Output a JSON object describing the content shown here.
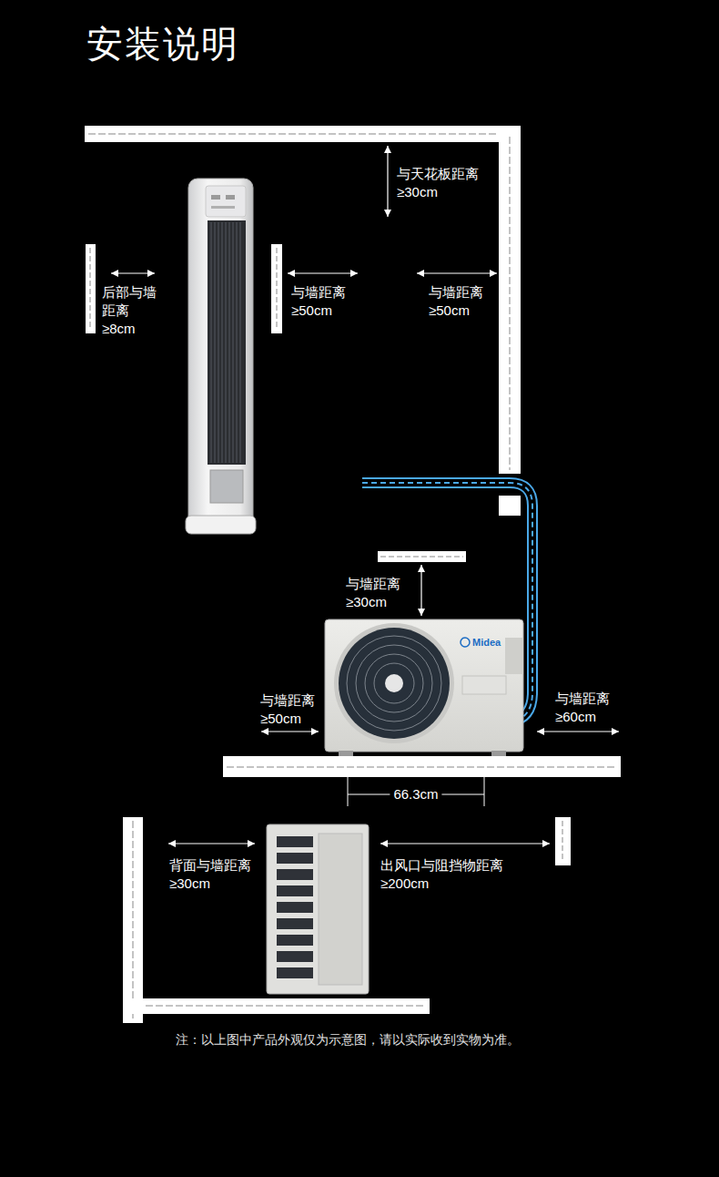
{
  "diagram": {
    "title": "安装说明",
    "caption": "注：以上图中产品外观仅为示意图，请以实际收到实物为准。",
    "labels": [
      "与天花板距离 ≥30cm",
      "后部与墙 距离≥8cm",
      "与墙距离 ≥50cm",
      "与墙距离 ≥50cm",
      "与墙距离 ≥30cm",
      "Midea",
      "与墙距离 ≥50cm",
      "与墙距离 ≥60cm",
      "66.3cm",
      "背面与墙距离 ≥30cm",
      "出风口与阻挡物距离 ≥200cm"
    ]
  }
}
